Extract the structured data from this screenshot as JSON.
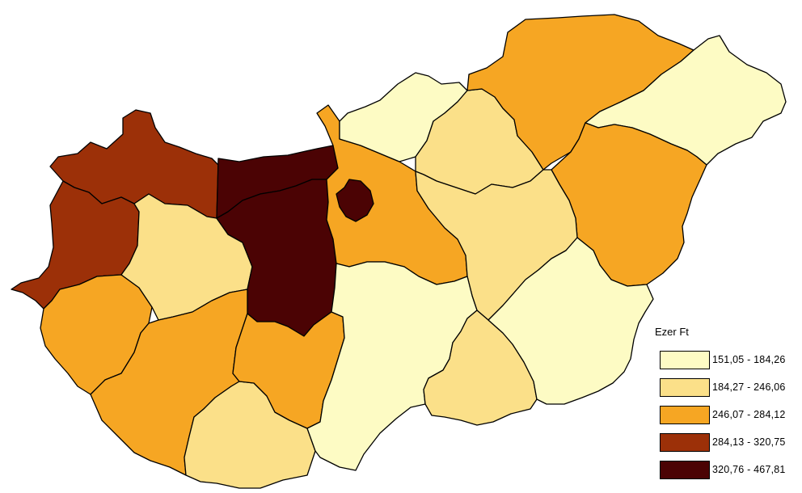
{
  "legend": {
    "title": "Ezer Ft",
    "classes": [
      {
        "range": "151,05 - 184,26",
        "color": "#fdfbc4"
      },
      {
        "range": "184,27 - 246,06",
        "color": "#fbe089"
      },
      {
        "range": "246,07 - 284,12",
        "color": "#f6a623"
      },
      {
        "range": "284,13 - 320,75",
        "color": "#9c3008"
      },
      {
        "range": "320,76 - 467,81",
        "color": "#4b0304"
      }
    ]
  },
  "counties": [
    {
      "id": "gyor-moson-sopron",
      "class": 3
    },
    {
      "id": "vas",
      "class": 3
    },
    {
      "id": "zala",
      "class": 2
    },
    {
      "id": "veszprem",
      "class": 1
    },
    {
      "id": "komarom-esztergom",
      "class": 4
    },
    {
      "id": "fejer",
      "class": 4
    },
    {
      "id": "somogy",
      "class": 2
    },
    {
      "id": "baranya",
      "class": 1
    },
    {
      "id": "tolna",
      "class": 2
    },
    {
      "id": "pest",
      "class": 2
    },
    {
      "id": "budapest",
      "class": 4
    },
    {
      "id": "nograd",
      "class": 0
    },
    {
      "id": "heves",
      "class": 1
    },
    {
      "id": "borsod-abauj-zemplen",
      "class": 2
    },
    {
      "id": "szabolcs-szatmar-bereg",
      "class": 0
    },
    {
      "id": "hajdu-bihar",
      "class": 2
    },
    {
      "id": "jasz-nagykun-szolnok",
      "class": 1
    },
    {
      "id": "bacs-kiskun",
      "class": 0
    },
    {
      "id": "csongrad",
      "class": 1
    },
    {
      "id": "bekes",
      "class": 0
    }
  ]
}
